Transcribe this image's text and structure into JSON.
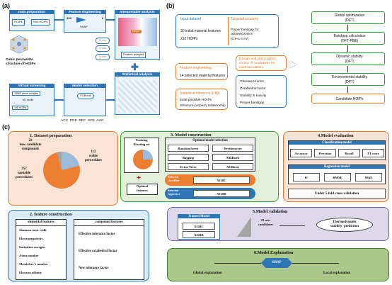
{
  "panel_a": {
    "label": "(a)",
    "data_prep": "Data preparation",
    "hoips": "HOIPs",
    "non_hoips": "Non-HOIPs",
    "feature_eng": "Feature engineering",
    "num_339": "339",
    "num_6": "6",
    "shap": "SHAP",
    "interp": "Interpretable analysis",
    "shap2": "SHAP",
    "feature_analysis": "Feature analysis",
    "cubic": "Cubic perovskite structure of HOIPs",
    "b_site": "B-site",
    "x_site": "X-site",
    "a_site": "A-site",
    "stat": "Statistical analysis",
    "virtual": "Virtual screening",
    "vs1": "18560 virtual samples",
    "vs2": "ML model",
    "vs3": "198 HOIPs",
    "model_sel": "Model selection",
    "xgboost": "XGBoost",
    "metrics": "ACC  PRE  REC  SPE  AUC"
  },
  "panel_b": {
    "label": "(b)",
    "input": "Input dataset",
    "target": "Targeted property",
    "in1": "30 initial material features",
    "in2": "212 HOIPs",
    "tg1": "Proper bandgap for optoelectronics",
    "tg2": "(0.9~1.6 eV)",
    "fe": "Feature engineering",
    "fe1": "14 selected material features",
    "si": "Statistical inference & ML",
    "si1": "5158 possible HOIPs",
    "si2": "Structure-property relationship",
    "des1": "Design and optimization:",
    "des2": "choice of candidates for",
    "des3": "next calculation",
    "c1": "Tolerance factor",
    "c2": "Octahedral factor",
    "c3": "Stability & toxicity",
    "c4": "Proper bandgap",
    "r1": "Global optimization",
    "r1b": "(DFT)",
    "r2": "Bandgap calculation",
    "r2b": "(DFT-PBE)",
    "r3": "Dynamic stability",
    "r3b": "(DFT)",
    "r4": "Environmental stability",
    "r4b": "(DFT)",
    "r5": "Candidate HOIPs"
  },
  "panel_c": {
    "label": "(c)",
    "dp_title": "1. Dataset preparation",
    "pie_new": "22\nnew candidate\ncompounds",
    "pie_stable": "112\nstable\nperovskites",
    "pie_unstable": "357\nunstable\nperovskites",
    "fc_title": "2. feature construction",
    "elem": "elemental features",
    "comp": "compound features",
    "e1": "Shannon ionic radii",
    "e2": "Electronegativity",
    "e3": "Ionization energies",
    "e4": "Atom number",
    "e5": "Mendeleev's number",
    "e6": "Electron affinity",
    "cf1": "Effective tolerance factor",
    "cf2": "Effective octahedral factor",
    "cf3": "New tolerance factor",
    "mc_title": "3. Model construction",
    "train": "Training\n&testing set",
    "opt_feat": "Optimal\nfeatures",
    "oms": "Optimal  model selection",
    "m1": "Random forest",
    "m2": "Decision tree",
    "m3": "Bagging",
    "m4": "AdaBoost",
    "m5": "Extra-Trees",
    "m6": "XGBoost",
    "sel_cls": "Selected\nclassifier",
    "xgbc": "XGBC",
    "sel_reg": "Selected\nregressor",
    "xgbr": "XGBR",
    "me_title": "4.Model evaluation",
    "cls_model": "Classification model",
    "cm1": "Accuracy",
    "cm2": "Precision",
    "cm3": "Recall",
    "cm4": "F1 score",
    "reg_model": "Regression model",
    "rm1": "R²",
    "rm2": "RMSE",
    "rm3": "MAE",
    "cv": "Under 5-fold cross-validation",
    "mv_title": "5.Model validation",
    "trained": "Trained Model",
    "t1": "XGBC",
    "t2": "XGBR",
    "cand": "22 new\ncandidates",
    "thermo": "Thermodynamic\nstability  prediction",
    "ex_title": "6.Model Explanation",
    "shap": "SHAP",
    "global": "Global  explanation",
    "local": "Local  explanation"
  }
}
